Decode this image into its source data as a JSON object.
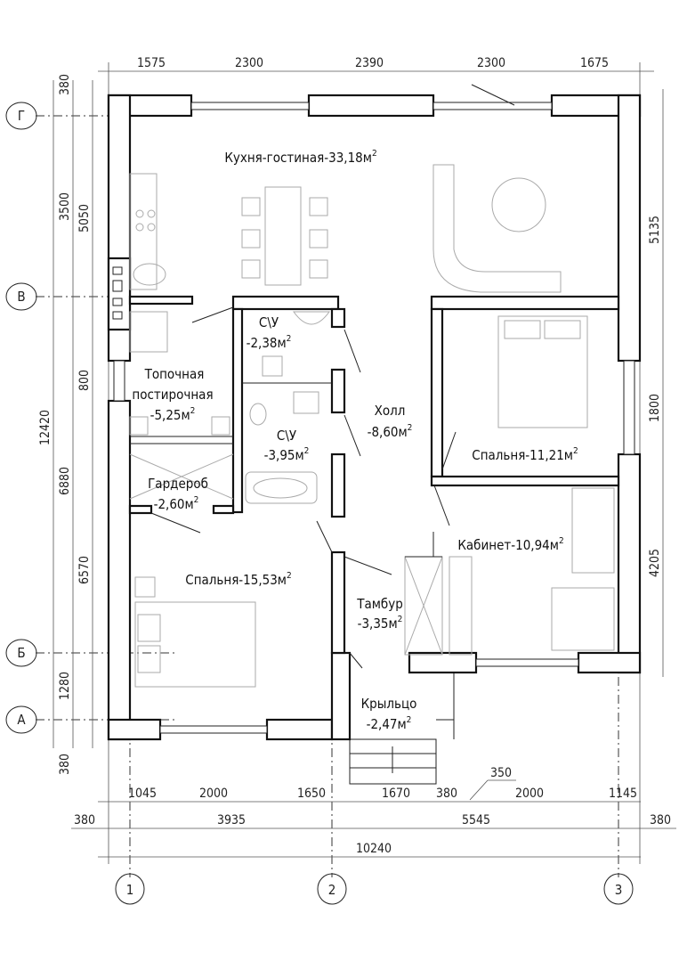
{
  "rooms": [
    {
      "name": "Кухня-гостиная-33,18м",
      "sup": "2"
    },
    {
      "name": "С\\У",
      "area": "-2,38м",
      "sup": "2"
    },
    {
      "name": "Топочная",
      "name2": "постирочная",
      "area": "-5,25м",
      "sup": "2"
    },
    {
      "name": "С\\У",
      "area": "-3,95м",
      "sup": "2"
    },
    {
      "name": "Холл",
      "area": "-8,60м",
      "sup": "2"
    },
    {
      "name": "Спальня-11,21м",
      "sup": "2"
    },
    {
      "name": "Гардероб",
      "area": "-2,60м",
      "sup": "2"
    },
    {
      "name": "Кабинет-10,94м",
      "sup": "2"
    },
    {
      "name": "Спальня-15,53м",
      "sup": "2"
    },
    {
      "name": "Тамбур",
      "area": "-3,35м",
      "sup": "2"
    },
    {
      "name": "Крыльцо",
      "area": "-2,47м",
      "sup": "2"
    }
  ],
  "dims_top": [
    "1575",
    "2300",
    "2390",
    "2300",
    "1675"
  ],
  "dims_left_outer": [
    "380",
    "3500",
    "12420",
    "6880",
    "1280",
    "380"
  ],
  "dims_left_inner": [
    "5050",
    "800",
    "6570"
  ],
  "dims_right": [
    "5135",
    "1800",
    "4205"
  ],
  "dims_bottom1": [
    "1045",
    "2000",
    "1650",
    "1670",
    "380",
    "2000",
    "1145"
  ],
  "dim_350": "350",
  "dims_bottom2": [
    "380",
    "3935",
    "5545",
    "380"
  ],
  "dim_total": "10240",
  "axes_rows": [
    "Г",
    "В",
    "Б",
    "А"
  ],
  "axes_cols": [
    "1",
    "2",
    "3"
  ]
}
